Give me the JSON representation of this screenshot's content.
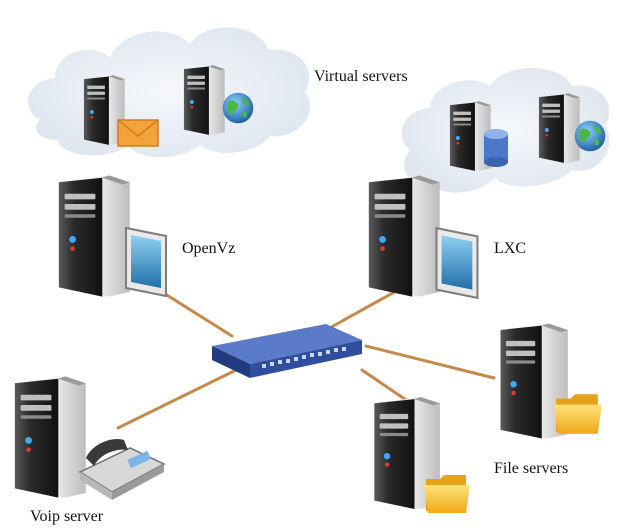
{
  "labels": {
    "virtual_servers": "Virtual servers",
    "openvz": "OpenVz",
    "lxc": "LXC",
    "file_servers": "File servers",
    "voip_server": "Voip server"
  },
  "icons": [
    "cloud-icon",
    "server-icon",
    "mail-envelope-icon",
    "globe-icon",
    "database-icon",
    "folder-icon",
    "telephone-icon",
    "network-switch-icon",
    "monitor-screen-icon"
  ],
  "colors": {
    "cable": "#c58a4a",
    "switch": "#2f4f9e",
    "cloud": "#e6ecf4",
    "server": "#2b2b2b"
  }
}
